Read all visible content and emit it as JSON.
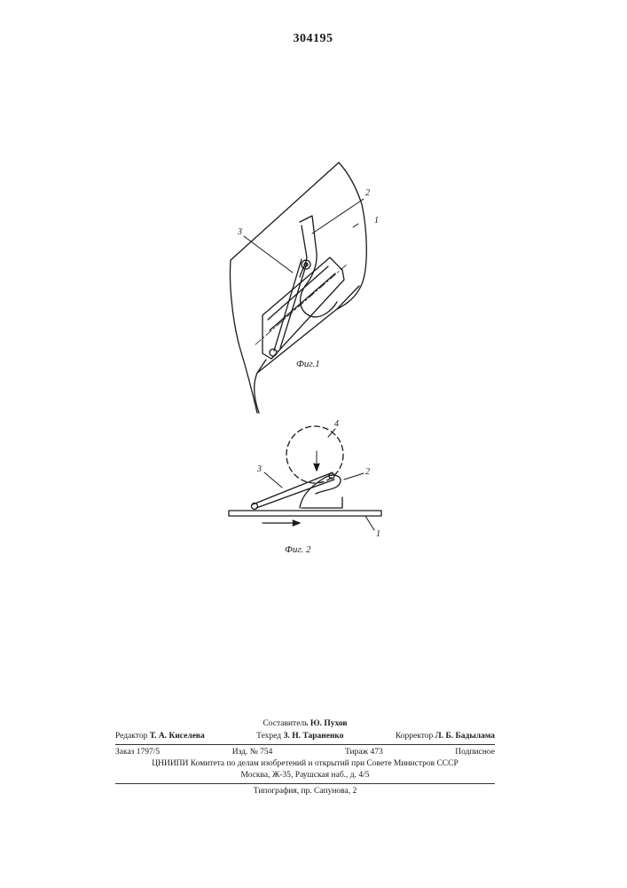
{
  "header": {
    "patent_number": "304195"
  },
  "figures": {
    "fig1": {
      "caption": "Фиг.1",
      "labels": {
        "part1": "1",
        "part2": "2",
        "part3": "3"
      }
    },
    "fig2": {
      "caption": "Фиг. 2",
      "labels": {
        "part1": "1",
        "part2": "2",
        "part3": "3",
        "part4": "4"
      }
    }
  },
  "imprint": {
    "compiler": {
      "label": "Составитель",
      "name": "Ю. Пухов"
    },
    "editor": {
      "label": "Редактор",
      "name": "Т. А. Киселева"
    },
    "techred": {
      "label": "Техред",
      "name": "З. Н. Тараненко"
    },
    "corrector": {
      "label": "Корректор",
      "name": "Л. Б. Бадылама"
    },
    "order": "Заказ 1797/5",
    "edition": "Изд. № 754",
    "circulation": "Тираж 473",
    "subscription": "Подписное",
    "institute_line": "ЦНИИПИ Комитета по делам изобретений и открытий при Совете Министров СССР",
    "address_line": "Москва, Ж-35, Раушская наб., д. 4/5",
    "printer_line": "Типография, пр. Сапунова, 2"
  }
}
